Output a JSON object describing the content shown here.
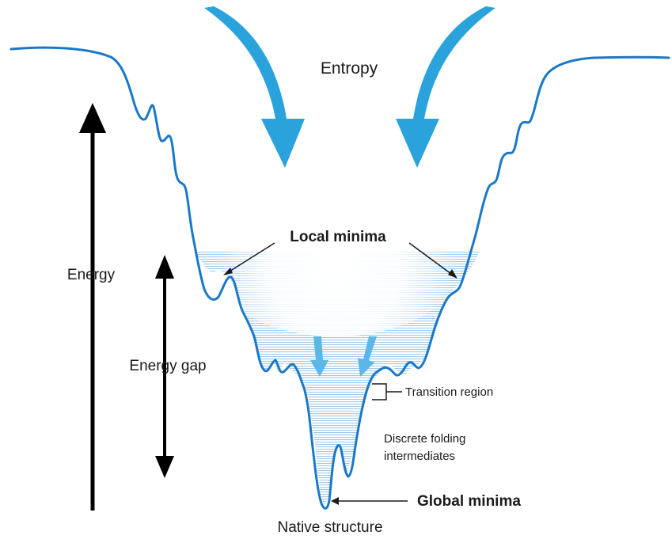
{
  "labels": {
    "entropy": "Entropy",
    "energy": "Energy",
    "energy_gap": "Energy gap",
    "local_minima": "Local minima",
    "transition_region": "Transition region",
    "discrete_folding_line1": "Discrete folding",
    "discrete_folding_line2": "intermediates",
    "global_minima": "Global minima",
    "native_structure": "Native structure"
  },
  "colors": {
    "funnel_line": "#1a78c8",
    "entropy_arrow": "#2aa3dd",
    "fill_stripe": "#9fc8ea",
    "text": "#1a1a1a",
    "axis_arrow": "#000000"
  }
}
